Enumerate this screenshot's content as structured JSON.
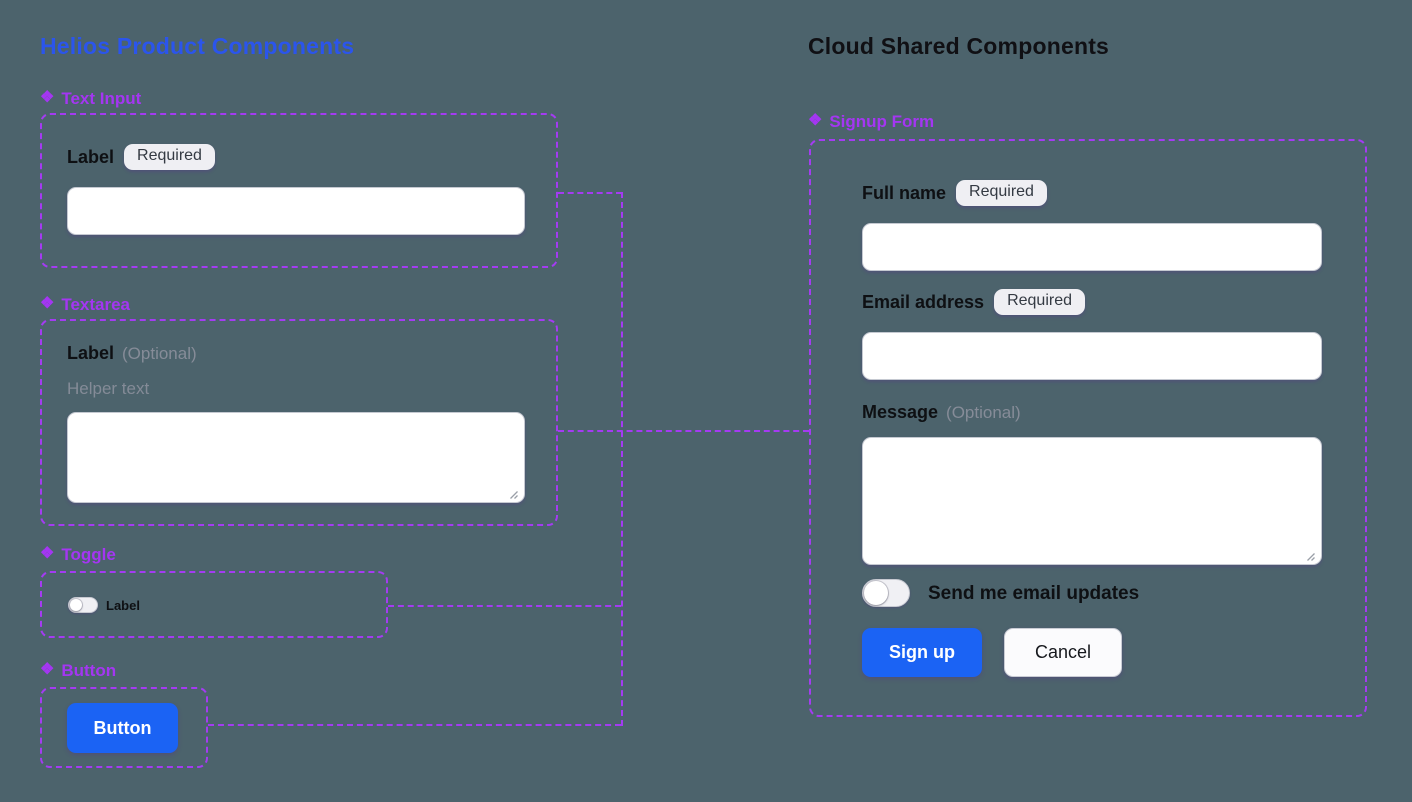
{
  "colors": {
    "canvas_background": "#4C636C",
    "left_title_blue": "#2B55EC",
    "right_title_black": "#101014",
    "component_purple": "#A43BF2",
    "primary_blue": "#1B63F4",
    "badge_background": "#EFEFF3"
  },
  "icons": {
    "component_glyph": "❖",
    "component_icon_name": "component-diamond-icon"
  },
  "left_panel": {
    "title": "Helios Product Components",
    "text_input": {
      "header": "Text Input",
      "label": "Label",
      "badge": "Required",
      "value": "",
      "placeholder": ""
    },
    "textarea": {
      "header": "Textarea",
      "label": "Label",
      "optional": "(Optional)",
      "helper": "Helper text",
      "value": "",
      "placeholder": ""
    },
    "toggle": {
      "header": "Toggle",
      "label": "Label",
      "state": "off"
    },
    "button": {
      "header": "Button",
      "label": "Button"
    }
  },
  "right_panel": {
    "title": "Cloud Shared Components",
    "form": {
      "header": "Signup Form",
      "fields": [
        {
          "label": "Full name",
          "badge": "Required",
          "value": "",
          "placeholder": ""
        },
        {
          "label": "Email address",
          "badge": "Required",
          "value": "",
          "placeholder": ""
        },
        {
          "label": "Message",
          "optional": "(Optional)",
          "value": "",
          "placeholder": ""
        }
      ],
      "toggle_label": "Send me email updates",
      "toggle_state": "off",
      "submit_label": "Sign up",
      "cancel_label": "Cancel"
    }
  }
}
